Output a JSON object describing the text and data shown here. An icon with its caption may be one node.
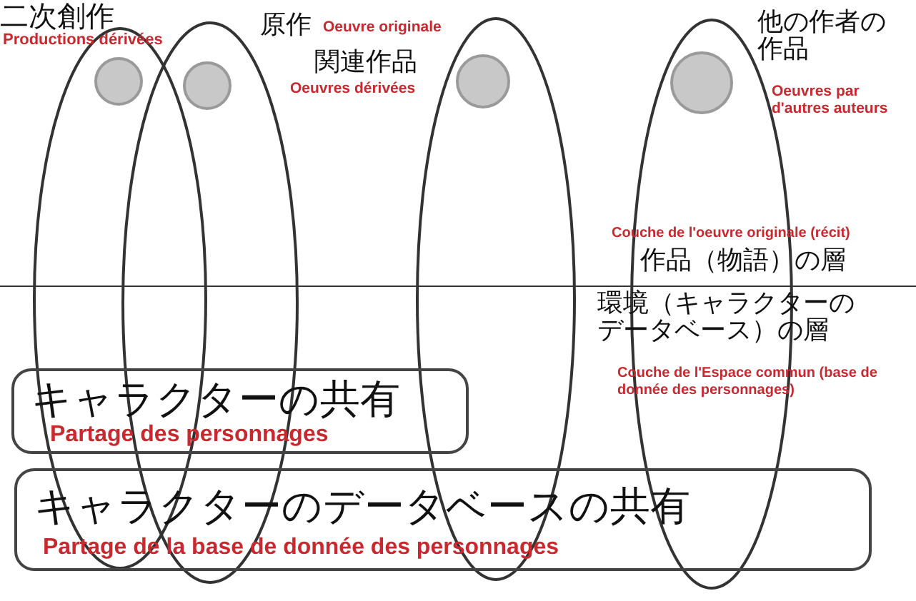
{
  "diagram": {
    "nodes": [
      {
        "text": [],
        "shape": "ellipse"
      },
      {
        "text": [],
        "shape": "ellipse"
      },
      {
        "text": [],
        "shape": "ellipse"
      },
      {
        "text": [],
        "shape": "ellipse"
      },
      {
        "text": [],
        "shape": "circle",
        "in": 0
      },
      {
        "text": [],
        "shape": "circle",
        "in": 1
      },
      {
        "text": [],
        "shape": "circle",
        "in": 2
      },
      {
        "text": [],
        "shape": "circle",
        "in": 3
      },
      {
        "text": [
          "キャラクターの共有",
          "Partage des personnages"
        ]
      },
      {
        "text": [
          "キャラクターのデータベースの共有",
          "Partage de la base de donnée des personnages"
        ]
      }
    ],
    "labels": [
      "二次創作",
      "Productions dérivées",
      "原作",
      "Oeuvre originale",
      "関連作品",
      "Oeuvres dérivées",
      "他の作者の作品",
      "Oeuvres par d'autres auteurs",
      "Couche de l'oeuvre originale (récit)",
      "作品（物語）の層",
      "環境（キャラクターのデータベース）の層",
      "Couche de l'Espace commun (base de donnée des personnages)"
    ]
  }
}
